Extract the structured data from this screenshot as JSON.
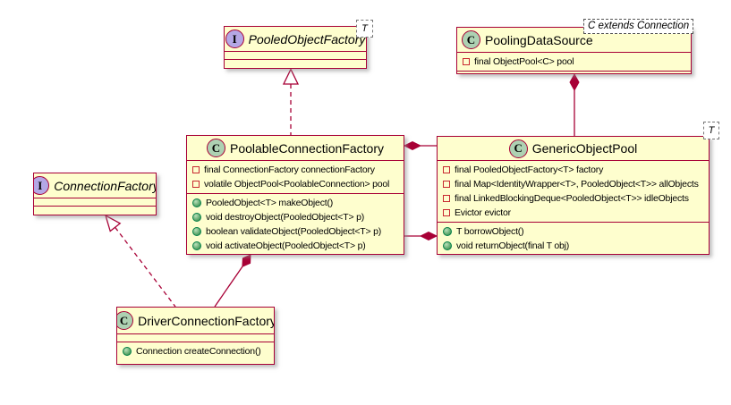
{
  "colors": {
    "box_fill": "#FEFECE",
    "border": "#A80036",
    "class_badge_fill": "#ADD1B2",
    "interface_badge_fill": "#B4A7E5",
    "field_icon": "#C82930",
    "method_icon": "#038048"
  },
  "classes": {
    "pooledObjectFactory": {
      "badge": "I",
      "name": "PooledObjectFactory",
      "generic": "T"
    },
    "poolingDataSource": {
      "badge": "C",
      "name": "PoolingDataSource",
      "generic_note": "C extends Connection",
      "fields": [
        "final ObjectPool<C> pool"
      ]
    },
    "poolableConnectionFactory": {
      "badge": "C",
      "name": "PoolableConnectionFactory",
      "fields": [
        "final ConnectionFactory connectionFactory",
        "volatile ObjectPool<PoolableConnection> pool"
      ],
      "methods": [
        "PooledObject<T> makeObject()",
        "void destroyObject(PooledObject<T> p)",
        "boolean validateObject(PooledObject<T> p)",
        "void activateObject(PooledObject<T> p)"
      ]
    },
    "genericObjectPool": {
      "badge": "C",
      "name": "GenericObjectPool",
      "generic": "T",
      "fields": [
        "final PooledObjectFactory<T> factory",
        "final Map<IdentityWrapper<T>, PooledObject<T>> allObjects",
        "final LinkedBlockingDeque<PooledObject<T>> idleObjects",
        "Evictor evictor"
      ],
      "methods": [
        "T borrowObject()",
        "void returnObject(final T obj)"
      ]
    },
    "connectionFactory": {
      "badge": "I",
      "name": "ConnectionFactory"
    },
    "driverConnectionFactory": {
      "badge": "C",
      "name": "DriverConnectionFactory",
      "methods": [
        "Connection createConnection()"
      ]
    }
  }
}
